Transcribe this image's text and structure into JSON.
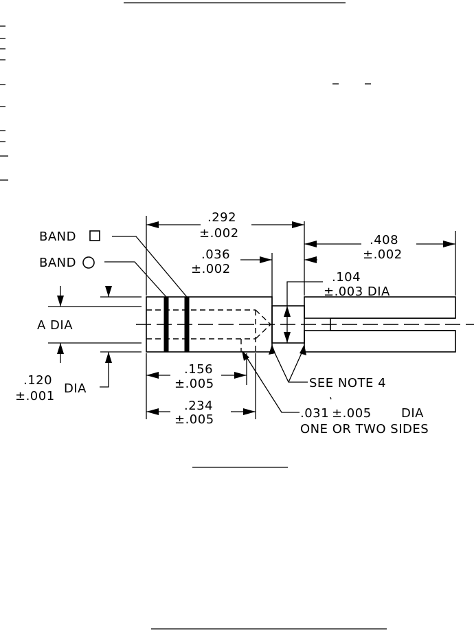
{
  "dimensions": {
    "overall_length": {
      "value": ".292",
      "tol": "±.002"
    },
    "right_length": {
      "value": ".408",
      "tol": "±.002"
    },
    "groove_width": {
      "value": ".036",
      "tol": "±.002"
    },
    "groove_diameter": {
      "value": ".104",
      "tol": "±.003 DIA"
    },
    "band_position_1": {
      "value": ".156",
      "tol": "±.005"
    },
    "band_position_2": {
      "value": ".234",
      "tol": "±.005"
    },
    "lead_diameter": {
      "value": ".120",
      "tol": "±.001",
      "suffix": "DIA"
    },
    "hole_diameter": {
      "value": ".031",
      "tol": "±.005",
      "suffix": "DIA"
    }
  },
  "labels": {
    "band_square": "BAND",
    "band_circle": "BAND",
    "a_dia": "A DIA",
    "see_note": "SEE NOTE 4",
    "hole_note": "ONE OR TWO SIDES"
  },
  "colors": {
    "ink": "#000000",
    "paper": "#ffffff"
  }
}
